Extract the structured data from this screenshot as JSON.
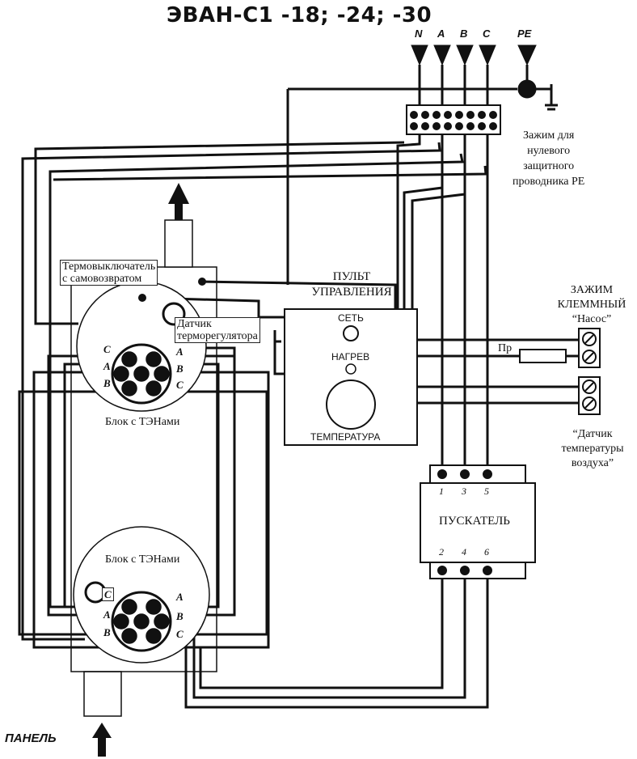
{
  "title": "ЭВАН-С1 -18; -24; -30",
  "phases": {
    "n": "N",
    "a": "A",
    "b": "B",
    "c": "C",
    "pe": "PE"
  },
  "pe_clamp_caption": [
    "Зажим для",
    "нулевого",
    "защитного",
    "проводника РЕ"
  ],
  "thermal_switch": [
    "Термовыключатель",
    "с самовозвратом"
  ],
  "thermostat_sensor": [
    "Датчик",
    "терморегулятора"
  ],
  "control_panel": {
    "title": [
      "ПУЛЬТ",
      "УПРАВЛЕНИЯ"
    ],
    "power": "СЕТЬ",
    "heating": "НАГРЕВ",
    "temperature": "ТЕМПЕРАТУРА"
  },
  "pump_terminal": [
    "ЗАЖИМ",
    "КЛЕММНЫЙ",
    "“Насос”"
  ],
  "fuse_label": "Пр",
  "air_sensor": [
    "“Датчик",
    "температуры",
    "воздуха”"
  ],
  "contactor": {
    "title": "ПУСКАТЕЛЬ",
    "top_terminals": [
      "1",
      "3",
      "5"
    ],
    "bottom_terminals": [
      "2",
      "4",
      "6"
    ]
  },
  "heater_block_top": {
    "label": "Блок с ТЭНами",
    "left": [
      "C",
      "A",
      "B"
    ],
    "right": [
      "A",
      "B",
      "C"
    ]
  },
  "heater_block_bottom": {
    "label": "Блок с ТЭНами",
    "left": [
      "C",
      "A",
      "B"
    ],
    "right": [
      "A",
      "B",
      "C"
    ]
  },
  "panel_label": "ПАНЕЛЬ"
}
